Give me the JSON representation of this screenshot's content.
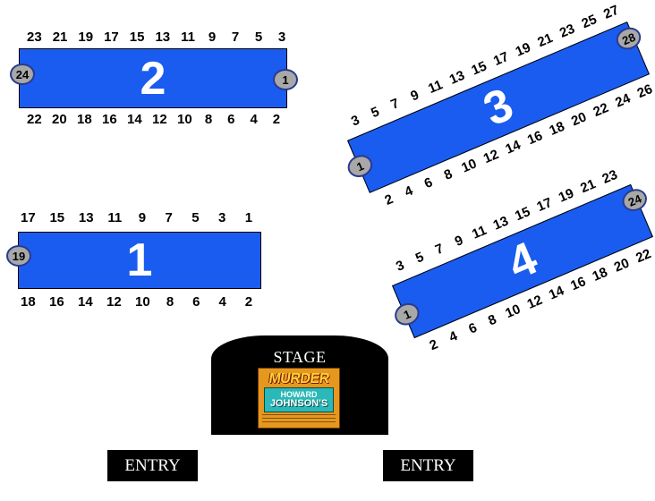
{
  "tables": {
    "t2": {
      "number": "2",
      "top_seats": [
        "23",
        "21",
        "19",
        "17",
        "15",
        "13",
        "11",
        "9",
        "7",
        "5",
        "3"
      ],
      "bottom_seats": [
        "22",
        "20",
        "18",
        "16",
        "14",
        "12",
        "10",
        "8",
        "6",
        "4",
        "2"
      ],
      "left_cap": "24",
      "right_cap": "1"
    },
    "t1": {
      "number": "1",
      "top_seats": [
        "17",
        "15",
        "13",
        "11",
        "9",
        "7",
        "5",
        "3",
        "1"
      ],
      "bottom_seats": [
        "18",
        "16",
        "14",
        "12",
        "10",
        "8",
        "6",
        "4",
        "2"
      ],
      "left_cap": "19"
    },
    "t3": {
      "number": "3",
      "top_seats": [
        "3",
        "5",
        "7",
        "9",
        "11",
        "13",
        "15",
        "17",
        "19",
        "21",
        "23",
        "25",
        "27"
      ],
      "bottom_seats": [
        "2",
        "4",
        "6",
        "8",
        "10",
        "12",
        "14",
        "16",
        "18",
        "20",
        "22",
        "24",
        "26"
      ],
      "left_cap": "1",
      "right_cap": "28"
    },
    "t4": {
      "number": "4",
      "top_seats": [
        "3",
        "5",
        "7",
        "9",
        "11",
        "13",
        "15",
        "17",
        "19",
        "21",
        "23"
      ],
      "bottom_seats": [
        "2",
        "4",
        "6",
        "8",
        "10",
        "12",
        "14",
        "16",
        "18",
        "20",
        "22"
      ],
      "left_cap": "1",
      "right_cap": "24"
    }
  },
  "stage": {
    "label": "STAGE",
    "poster": {
      "title": "MURDER",
      "sub1": "HOWARD",
      "sub2": "JOHNSON'S"
    }
  },
  "entries": {
    "left": "ENTRY",
    "right": "ENTRY"
  },
  "colors": {
    "table": "#1a5cf0",
    "cap": "#a8a8a8",
    "stage": "#000000"
  }
}
